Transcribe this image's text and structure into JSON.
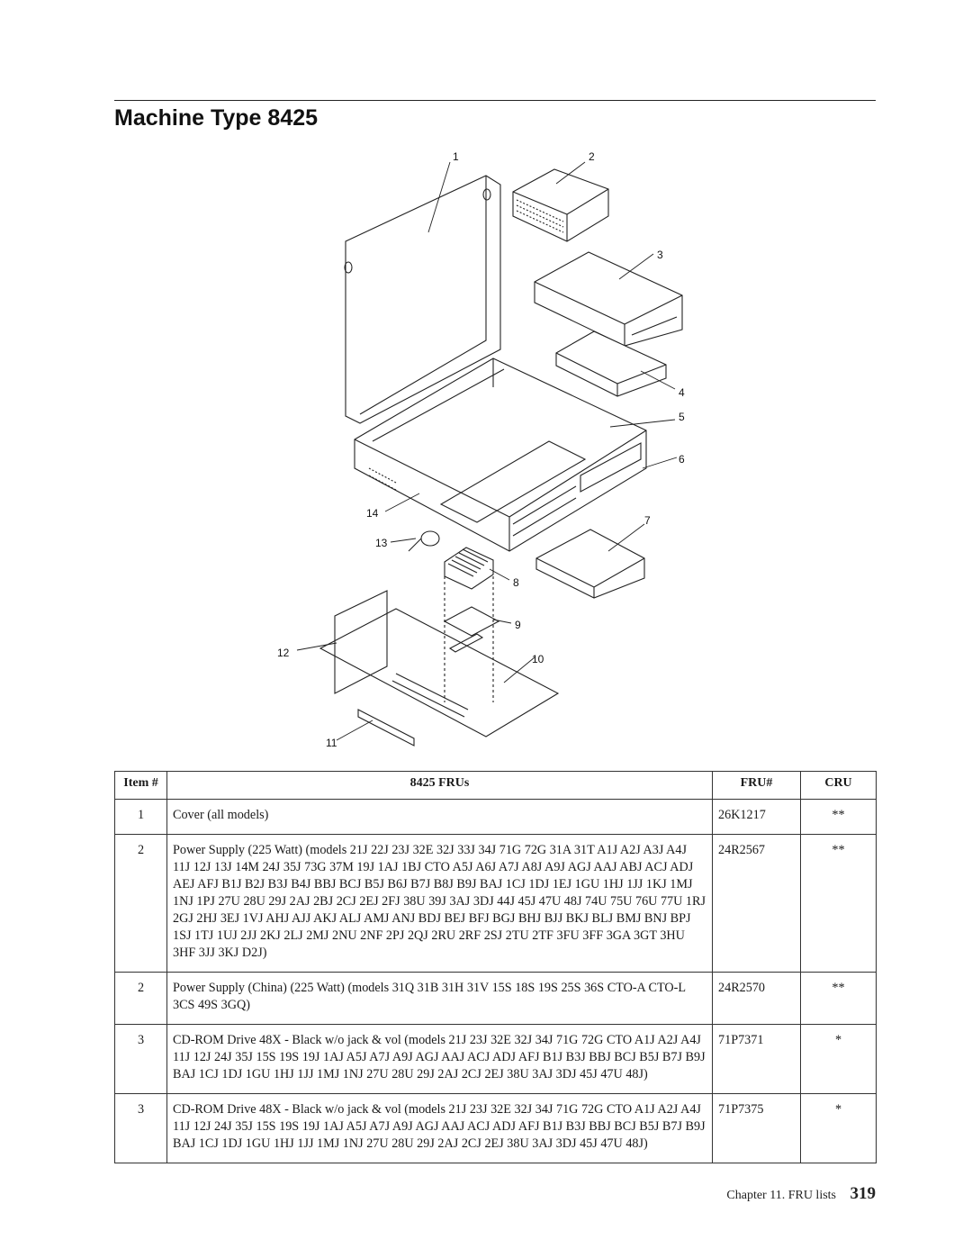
{
  "page": {
    "title": "Machine Type 8425",
    "footer_chapter": "Chapter 11. FRU lists",
    "page_number": "319"
  },
  "diagram": {
    "callouts": [
      "1",
      "2",
      "3",
      "4",
      "5",
      "6",
      "7",
      "8",
      "9",
      "10",
      "11",
      "12",
      "13",
      "14"
    ]
  },
  "table": {
    "headers": {
      "item": "Item #",
      "frus": "8425 FRUs",
      "fru": "FRU#",
      "cru": "CRU"
    },
    "rows": [
      {
        "item": "1",
        "description": "Cover (all models)",
        "fru": "26K1217",
        "cru": "**"
      },
      {
        "item": "2",
        "description": "Power Supply (225 Watt) (models 21J 22J 23J 32E 32J 33J 34J 71G 72G 31A 31T A1J A2J A3J A4J 11J 12J 13J 14M 24J 35J 73G 37M 19J 1AJ 1BJ CTO A5J A6J A7J A8J A9J AGJ AAJ ABJ ACJ ADJ AEJ AFJ B1J B2J B3J B4J BBJ BCJ B5J B6J B7J B8J B9J BAJ 1CJ 1DJ 1EJ 1GU 1HJ 1JJ 1KJ 1MJ 1NJ 1PJ 27U 28U 29J 2AJ 2BJ 2CJ 2EJ 2FJ 38U 39J 3AJ 3DJ 44J 45J 47U 48J 74U 75U 76U 77U 1RJ 2GJ 2HJ 3EJ 1VJ AHJ AJJ AKJ ALJ AMJ ANJ BDJ BEJ BFJ BGJ BHJ BJJ BKJ BLJ BMJ BNJ BPJ 1SJ 1TJ 1UJ 2JJ 2KJ 2LJ 2MJ 2NU 2NF 2PJ 2QJ 2RU 2RF 2SJ 2TU 2TF 3FU 3FF 3GA 3GT 3HU 3HF 3JJ 3KJ D2J)",
        "fru": "24R2567",
        "cru": "**"
      },
      {
        "item": "2",
        "description": "Power Supply (China) (225 Watt) (models 31Q 31B 31H 31V 15S 18S 19S 25S 36S CTO-A CTO-L 3CS 49S 3GQ)",
        "fru": "24R2570",
        "cru": "**"
      },
      {
        "item": "3",
        "description": "CD-ROM Drive 48X - Black w/o jack & vol (models 21J 23J 32E 32J 34J 71G 72G CTO A1J A2J A4J 11J 12J 24J 35J 15S 19S 19J 1AJ A5J A7J A9J AGJ AAJ ACJ ADJ AFJ B1J B3J BBJ BCJ B5J B7J B9J BAJ 1CJ 1DJ 1GU 1HJ 1JJ 1MJ 1NJ 27U 28U 29J 2AJ 2CJ 2EJ 38U 3AJ 3DJ 45J 47U 48J)",
        "fru": "71P7371",
        "cru": "*"
      },
      {
        "item": "3",
        "description": "CD-ROM Drive 48X - Black w/o jack & vol (models 21J 23J 32E 32J 34J 71G 72G CTO A1J A2J A4J 11J 12J 24J 35J 15S 19S 19J 1AJ A5J A7J A9J AGJ AAJ ACJ ADJ AFJ B1J B3J BBJ BCJ B5J B7J B9J BAJ 1CJ 1DJ 1GU 1HJ 1JJ 1MJ 1NJ 27U 28U 29J 2AJ 2CJ 2EJ 38U 3AJ 3DJ 45J 47U 48J)",
        "fru": "71P7375",
        "cru": "*"
      }
    ]
  }
}
